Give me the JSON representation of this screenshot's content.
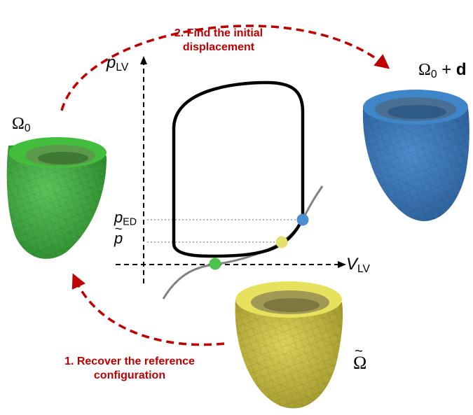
{
  "steps": {
    "find_displacement": [
      "2. Find the initial",
      "displacement"
    ],
    "recover_reference": [
      "1. Recover the reference",
      "configuration"
    ]
  },
  "axes": {
    "y_var": "p",
    "y_sub": "LV",
    "x_var": "V",
    "x_sub": "LV"
  },
  "ticks": {
    "p_ed_var": "p",
    "p_ed_sub": "ED",
    "p_tilde_var": "p",
    "p_tilde_accent": "~"
  },
  "shapes": {
    "omega0_sym": "Ω",
    "omega0_sub": "0",
    "omega0_d_sym": "Ω",
    "omega0_d_sub": "0",
    "omega0_d_plus": " + ",
    "omega0_d_bold": "d",
    "omega_tilde_sym": "Ω",
    "omega_tilde_accent": "~"
  },
  "colors": {
    "arrow_red": "#c00000",
    "green_ventricle": "#3aa83a",
    "blue_ventricle": "#3c78b8",
    "yellow_ventricle": "#c8c040",
    "marker_green": "#4cc44c",
    "marker_yellow": "#e4df6c",
    "marker_blue": "#4a8fd2",
    "loop": "#000000",
    "edpvr_curve": "#808080"
  },
  "markers": [
    "green-point",
    "yellow-point",
    "blue-point"
  ]
}
